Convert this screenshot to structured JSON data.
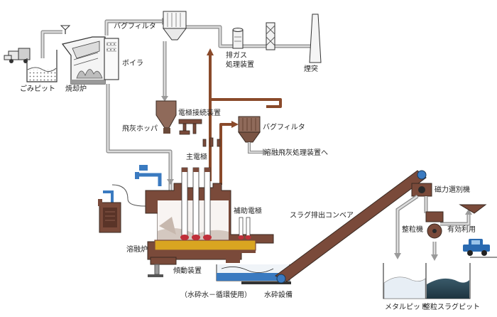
{
  "labels": {
    "waste_pit": "ごみピット",
    "incinerator": "焼却炉",
    "boiler": "ボイラ",
    "bag_filter_top": "バグフィルタ",
    "exhaust_treatment": "排ガス\n処理装置",
    "chimney": "煙突",
    "fly_ash_hopper": "飛灰ホッパ",
    "electrode_connector": "電極接続装置",
    "bag_filter_mid": "バグフィルタ",
    "melt_fly_ash": "溶融飛灰処理装置へ",
    "main_electrode": "主電極",
    "aux_electrode": "補助電極",
    "slag_conveyor": "スラグ排出コンベア",
    "magnetic_separator": "磁力選別機",
    "granulator": "整粒機",
    "effective_use": "有効利用",
    "melting_furnace": "溶融炉",
    "tilting_device": "傾動装置",
    "water_note": "（水砕水－循環使用）",
    "water_granulation": "水砕設備",
    "metal_pit": "メタルピット",
    "slag_pit": "整粒スラグピット"
  },
  "colors": {
    "gas_line": "#b9b9b9",
    "gas_line_edge": "#8a8a8a",
    "hot_line": "#8a4a2a",
    "furnace": "#7a4a3a",
    "water": "#3a7ac0",
    "slag": "#2a4a5a",
    "molten": "#d9a521"
  },
  "icons": {
    "truck": "truck-icon",
    "valve": "valve-icon",
    "cyclone": "scrubber-icon",
    "reactor": "reactor-icon",
    "car": "car-icon"
  }
}
